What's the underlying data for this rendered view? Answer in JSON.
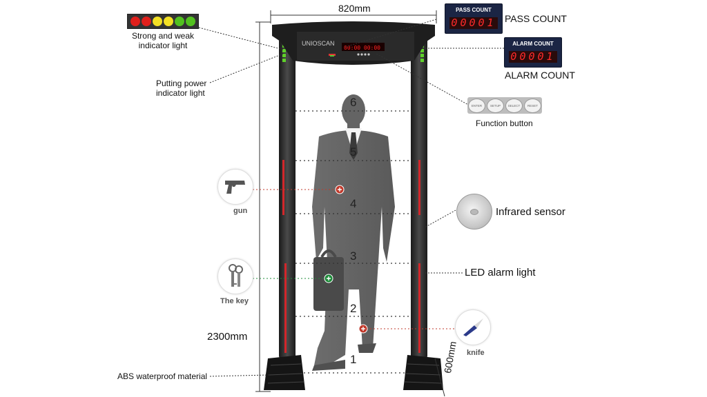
{
  "width_label": "820mm",
  "height_label": "2300mm",
  "depth_label": "600mm",
  "brand": "UNIOSCAN",
  "pass_panel": {
    "title": "PASS COUNT",
    "digits": "00001",
    "caption": "PASS COUNT"
  },
  "alarm_panel": {
    "title": "ALARM COUNT",
    "digits": "00001",
    "caption": "ALARM COUNT"
  },
  "indicator": {
    "line1": "Strong and weak",
    "line2": "indicator light",
    "colors": [
      "#e0201c",
      "#e0201c",
      "#f3e024",
      "#f3e024",
      "#52c11f",
      "#52c11f"
    ]
  },
  "power": {
    "line1": "Putting power",
    "line2": "indicator light"
  },
  "function": {
    "caption": "Function button",
    "buttons": [
      "ENTER",
      "SETUP",
      "SELECT",
      "RESET"
    ]
  },
  "infrared_label": "Infrared sensor",
  "led_alarm_label": "LED alarm light",
  "abs_label": "ABS waterproof material",
  "items": {
    "gun": "gun",
    "key": "The key",
    "knife": "knife"
  },
  "zones": [
    "1",
    "2",
    "3",
    "4",
    "5",
    "6"
  ]
}
